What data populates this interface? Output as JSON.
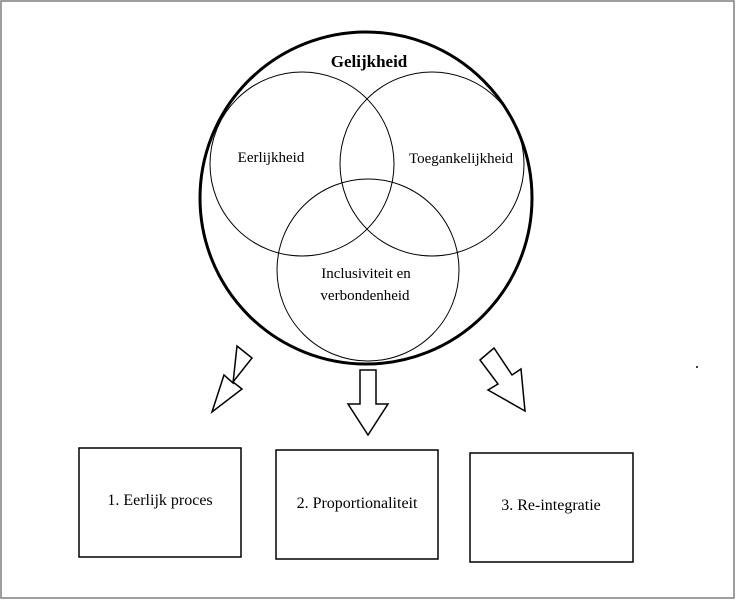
{
  "diagram": {
    "outer_circle": {
      "title": "Gelijkheid"
    },
    "circles": {
      "eerlijkheid": "Eerlijkheid",
      "toegankelijkheid": "Toegankelijkheid",
      "inclusiviteit_line1": "Inclusiviteit en",
      "inclusiviteit_line2": "verbondenheid"
    },
    "boxes": {
      "box1": "1. Eerlijk proces",
      "box2": "2. Proportionaliteit",
      "box3": "3. Re-integratie"
    }
  },
  "colors": {
    "stroke": "#000000",
    "background": "#ffffff",
    "frame": "#7f7f7f"
  }
}
